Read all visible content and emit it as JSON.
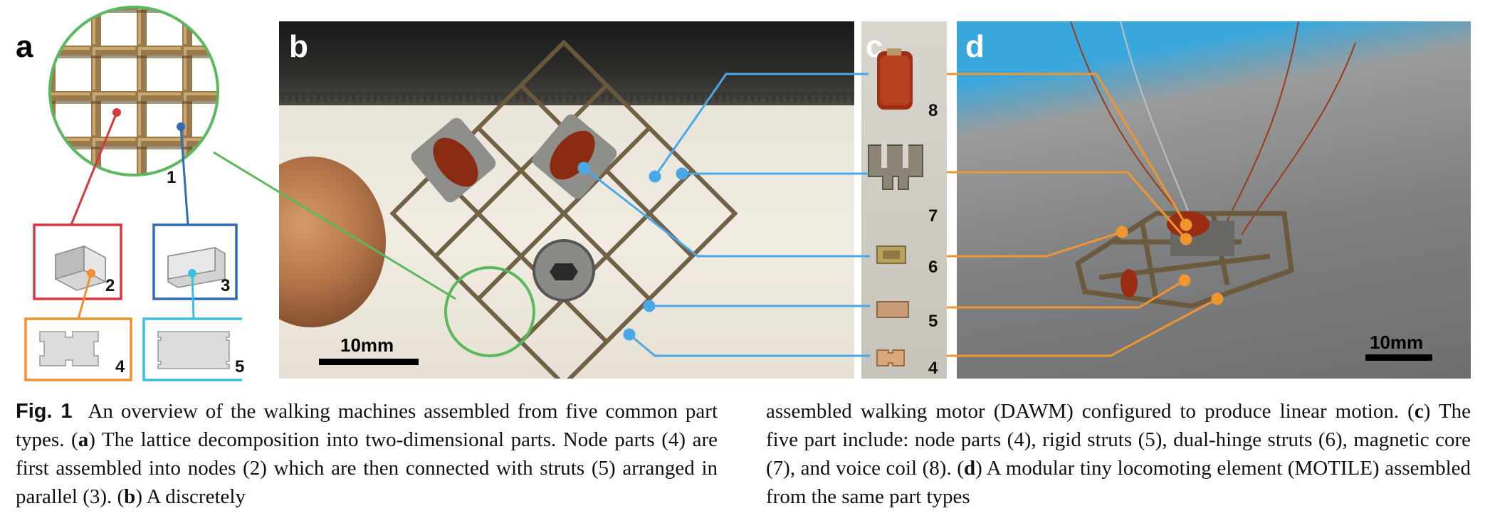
{
  "panels": {
    "a": "a",
    "b": "b",
    "c": "c",
    "d": "d"
  },
  "panel_a_numbers": [
    "1",
    "2",
    "3",
    "4",
    "5"
  ],
  "panel_c_numbers": [
    "8",
    "7",
    "6",
    "5",
    "4"
  ],
  "scale_bars": {
    "b": "10mm",
    "d": "10mm"
  },
  "colors": {
    "green": "#5cb85c",
    "red": "#d9363e",
    "blue": "#2e6db4",
    "orange": "#f0902a",
    "cyan": "#3bbfe0",
    "sky_blue_line": "#4aa8e8",
    "orange_line": "#f0962e"
  },
  "caption": {
    "fig_label": "Fig. 1",
    "left_text_1": "An overview of the walking machines assembled from five common part types. (",
    "a_ref": "a",
    "left_text_2": ") The lattice decomposition into two-dimensional parts. Node parts (4) are first assembled into nodes (2) which are then connected with struts (5) arranged in parallel (3). (",
    "b_ref": "b",
    "left_text_3": ") A discretely",
    "right_text_1": "assembled walking motor (DAWM) configured to produce linear motion. (",
    "c_ref": "c",
    "right_text_2": ") The five part include: node parts (4), rigid struts (5), dual-hinge struts (6), magnetic core (7), and voice coil (8). (",
    "d_ref": "d",
    "right_text_3": ") A modular tiny locomoting element (MOTILE) assembled from the same part types"
  }
}
